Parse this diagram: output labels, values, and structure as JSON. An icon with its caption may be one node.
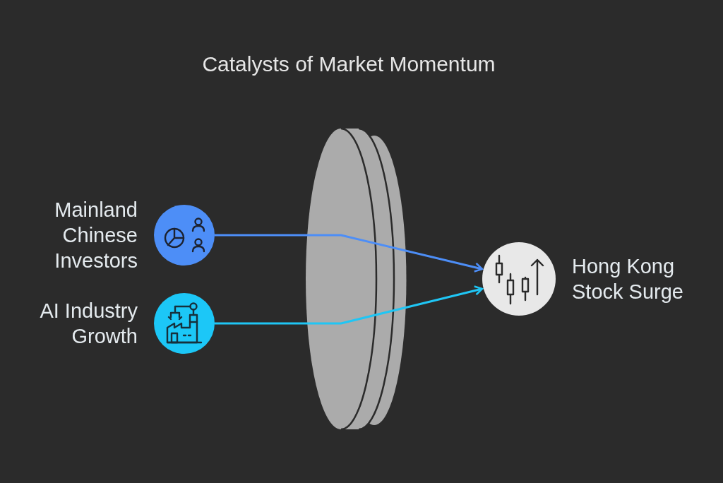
{
  "diagram": {
    "title": "Catalysts of Market Momentum",
    "nodes": [
      {
        "text": [],
        "shape": "circle",
        "beside": [
          "Mainland Chinese Investors"
        ]
      },
      {
        "text": [],
        "shape": "circle",
        "beside": [
          "AI Industry Growth"
        ]
      },
      {
        "text": [],
        "shape": "circle",
        "beside": [
          "Hong Kong Stock Surge"
        ]
      }
    ],
    "edges": [
      {
        "from": 0,
        "to": 2,
        "arrow": "to",
        "color": "#4d8ef7"
      },
      {
        "from": 1,
        "to": 2,
        "arrow": "to",
        "color": "#1fc6f5"
      }
    ]
  }
}
